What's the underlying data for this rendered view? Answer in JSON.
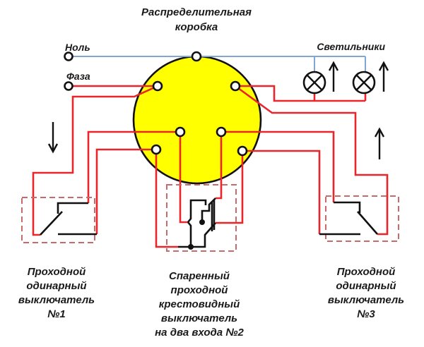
{
  "title": {
    "line1": "Распределительная",
    "line2": "коробка"
  },
  "inputs": {
    "neutral": "Ноль",
    "phase": "Фаза"
  },
  "lamps_label": "Светильники",
  "switches": [
    {
      "id": "switch-1",
      "lines": [
        "Проходной",
        "одинарный",
        "выключатель",
        "№1"
      ]
    },
    {
      "id": "switch-2",
      "lines": [
        "Спаренный",
        "проходной",
        "крестовидный",
        "выключатель",
        "на два входа №2"
      ]
    },
    {
      "id": "switch-3",
      "lines": [
        "Проходной",
        "одинарный",
        "выключатель",
        "№3"
      ]
    }
  ],
  "colors": {
    "junction_box": "#ffff00",
    "phase_wire": "#e8262b",
    "neutral_wire": "#7fa6d6",
    "switch_outline": "#c86a6a"
  },
  "icons": {
    "lamp": "lamp-cross-icon",
    "arrow_up": "arrow-up-icon",
    "arrow_down": "arrow-down-icon"
  }
}
